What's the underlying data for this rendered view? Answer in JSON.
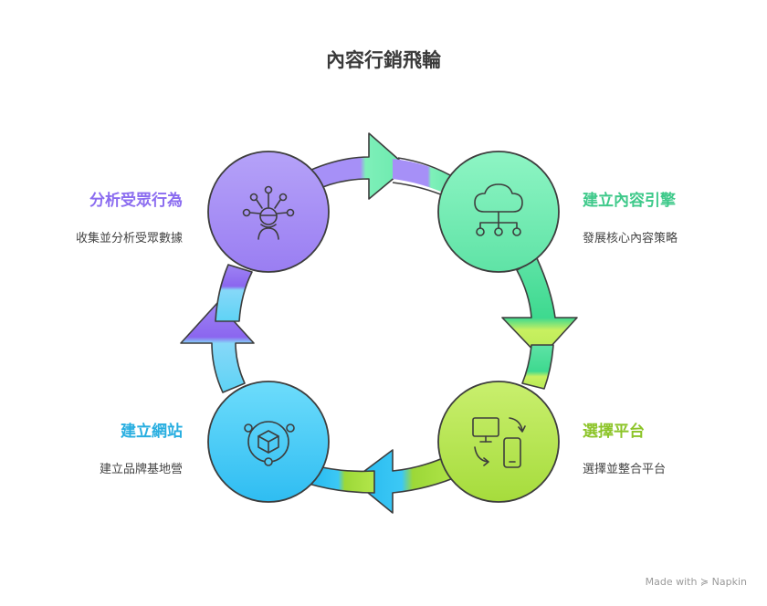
{
  "title": "內容行銷飛輪",
  "stages": [
    {
      "name": "分析受眾行為",
      "desc": "收集並分析受眾數據",
      "icon": "audience-analytics-icon",
      "color": "#8b6cf0"
    },
    {
      "name": "建立內容引擎",
      "desc": "發展核心內容策略",
      "icon": "cloud-network-icon",
      "color": "#3ec98a"
    },
    {
      "name": "選擇平台",
      "desc": "選擇並整合平台",
      "icon": "device-sync-icon",
      "color": "#8cc428"
    },
    {
      "name": "建立網站",
      "desc": "建立品牌基地營",
      "icon": "cube-network-icon",
      "color": "#28aee0"
    }
  ],
  "footer": "Made with ≽ Napkin"
}
